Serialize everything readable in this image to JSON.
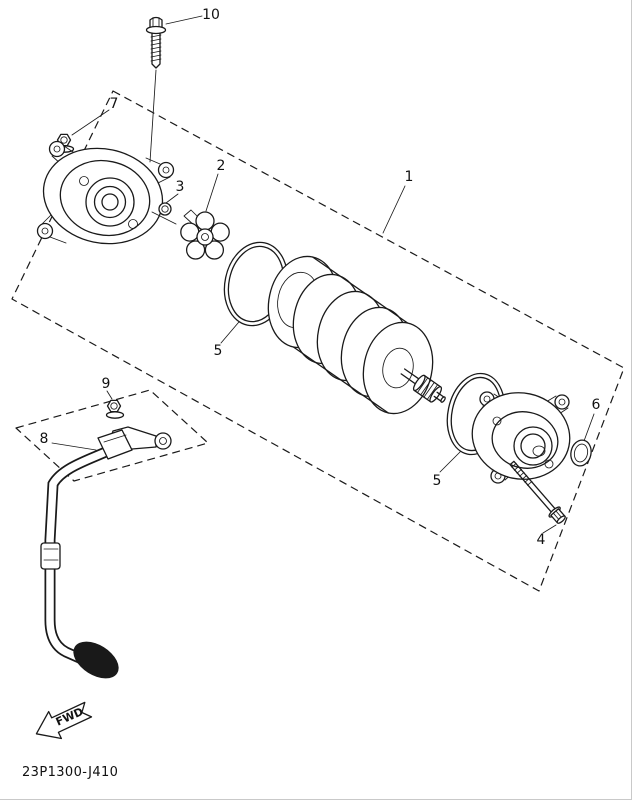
{
  "diagram": {
    "code": "23P1300-J410",
    "fwd_label": "FWD",
    "callouts": {
      "n1": "1",
      "n2": "2",
      "n3": "3",
      "n4": "4",
      "n5a": "5",
      "n5b": "5",
      "n6": "6",
      "n7": "7",
      "n8": "8",
      "n9": "9",
      "n10": "10"
    },
    "colors": {
      "line": "#1a1a1a",
      "boot_fill": "#191919",
      "background": "#ffffff"
    }
  }
}
